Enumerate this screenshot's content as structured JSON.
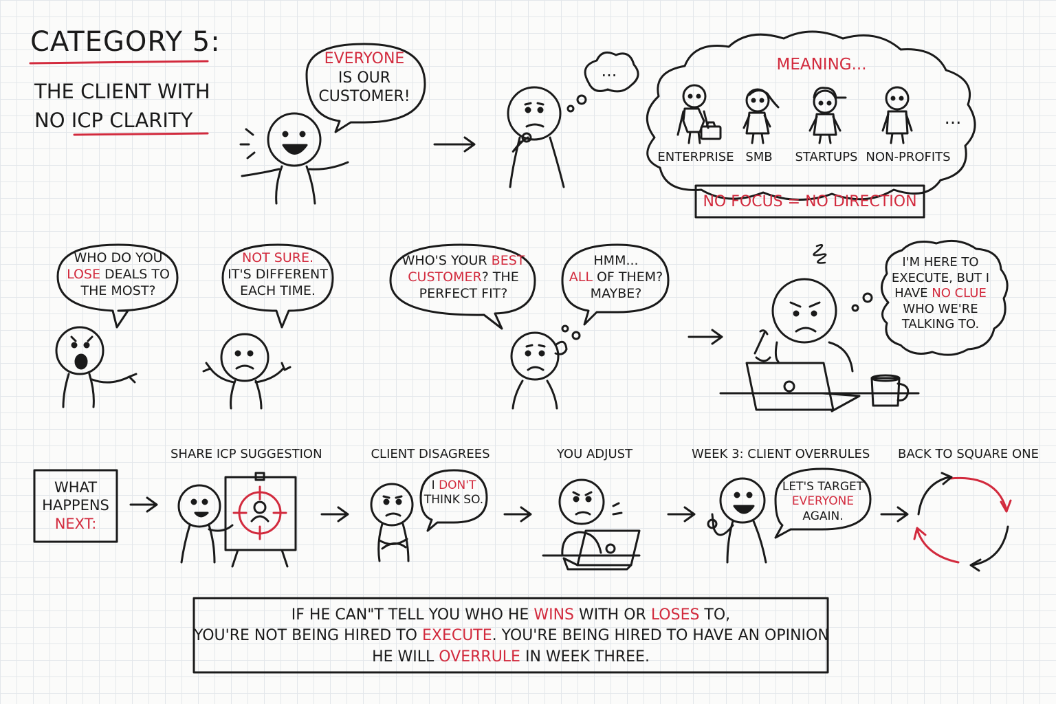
{
  "colors": {
    "ink": "#1a1a1a",
    "accent": "#d22a3d",
    "paper": "#fbfbfa",
    "grid": "#e3e6ea"
  },
  "header": {
    "title": "CATEGORY 5:",
    "subtitle_line1": "THE CLIENT WITH",
    "subtitle_line2_a": "NO ",
    "subtitle_line2_b": "ICP CLARITY"
  },
  "scene1": {
    "bubble_line1": "EVERYONE",
    "bubble_line2": "IS OUR",
    "bubble_line3": "CUSTOMER!",
    "thought_text": "...",
    "meaning_title": "MEANING...",
    "segments": [
      "ENTERPRISE",
      "SMB",
      "STARTUPS",
      "NON-PROFITS"
    ],
    "more_text": "...",
    "box_a": "NO FOCUS",
    "box_eq": "=",
    "box_b": "NO DIRECTION"
  },
  "scene2": {
    "q1_line1": "WHO DO YOU",
    "q1_red": "LOSE",
    "q1_line2_rest": " DEALS TO",
    "q1_line3": "THE MOST?",
    "a1_red": "NOT SURE.",
    "a1_line2": "IT'S DIFFERENT",
    "a1_line3": "EACH TIME.",
    "q2_line1_a": "WHO'S YOUR ",
    "q2_line1_red": "BEST",
    "q2_line2_red": "CUSTOMER",
    "q2_line2_rest": "? THE",
    "q2_line3": "PERFECT FIT?",
    "a2_line1": "HMM...",
    "a2_line2_red": "ALL",
    "a2_line2_rest": " OF THEM?",
    "a2_line3": "MAYBE?",
    "t_line1": "I'M HERE TO",
    "t_line2": "EXECUTE, BUT I",
    "t_line3_a": "HAVE ",
    "t_line3_red": "NO CLUE",
    "t_line4": "WHO WE'RE",
    "t_line5": "TALKING TO."
  },
  "flow": {
    "start_line1": "WHAT",
    "start_line2": "HAPPENS",
    "start_line3": "NEXT:",
    "steps": [
      "SHARE ICP SUGGESTION",
      "CLIENT DISAGREES",
      "YOU ADJUST",
      "WEEK 3: CLIENT OVERRULES",
      "BACK TO SQUARE ONE"
    ],
    "disagree_a": "I ",
    "disagree_red": "DON'T",
    "disagree_line2": "THINK SO.",
    "overrule_line1": "LET'S TARGET",
    "overrule_red": "EVERYONE",
    "overrule_line3": "AGAIN."
  },
  "caption": {
    "l1_a": "IF HE CAN\"T TELL YOU WHO HE ",
    "l1_r1": "WINS",
    "l1_b": " WITH OR ",
    "l1_r2": "LOSES",
    "l1_c": " TO,",
    "l2_a": "YOU'RE NOT BEING HIRED TO ",
    "l2_r": "EXECUTE",
    "l2_b": ". YOU'RE BEING HIRED TO HAVE AN OPINION",
    "l3_a": "HE WILL ",
    "l3_r": "OVERRULE",
    "l3_b": " IN WEEK THREE."
  }
}
